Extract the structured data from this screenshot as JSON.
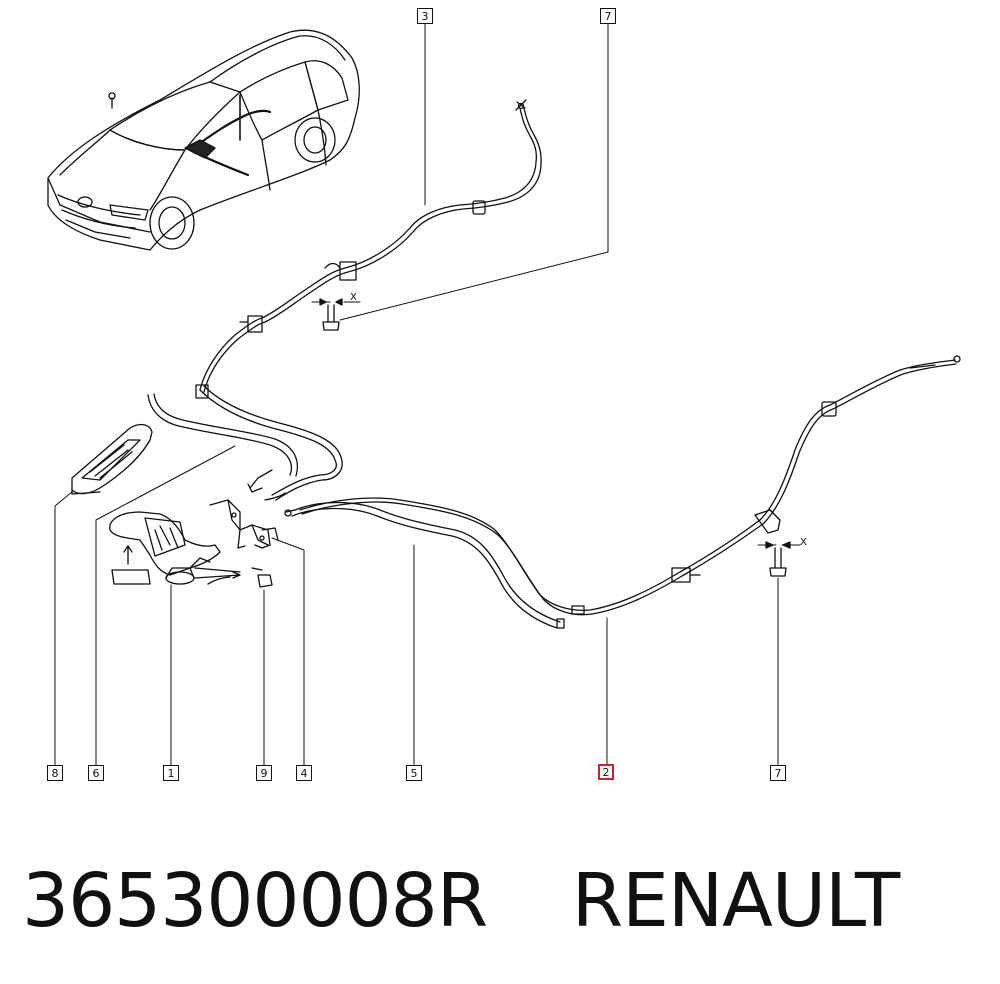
{
  "diagram": {
    "callouts": [
      {
        "id": "c3-top",
        "label": "3"
      },
      {
        "id": "c7-top",
        "label": "7"
      },
      {
        "id": "c8",
        "label": "8"
      },
      {
        "id": "c6",
        "label": "6"
      },
      {
        "id": "c1",
        "label": "1"
      },
      {
        "id": "c9",
        "label": "9"
      },
      {
        "id": "c4",
        "label": "4"
      },
      {
        "id": "c5",
        "label": "5"
      },
      {
        "id": "c2",
        "label": "2",
        "highlighted": true
      },
      {
        "id": "c7-bottom",
        "label": "7"
      }
    ],
    "dimension_marks": [
      "X",
      "X"
    ],
    "highlight_color": "#d0202a"
  },
  "caption": {
    "part_number": "365300008R",
    "brand": "RENAULT"
  }
}
